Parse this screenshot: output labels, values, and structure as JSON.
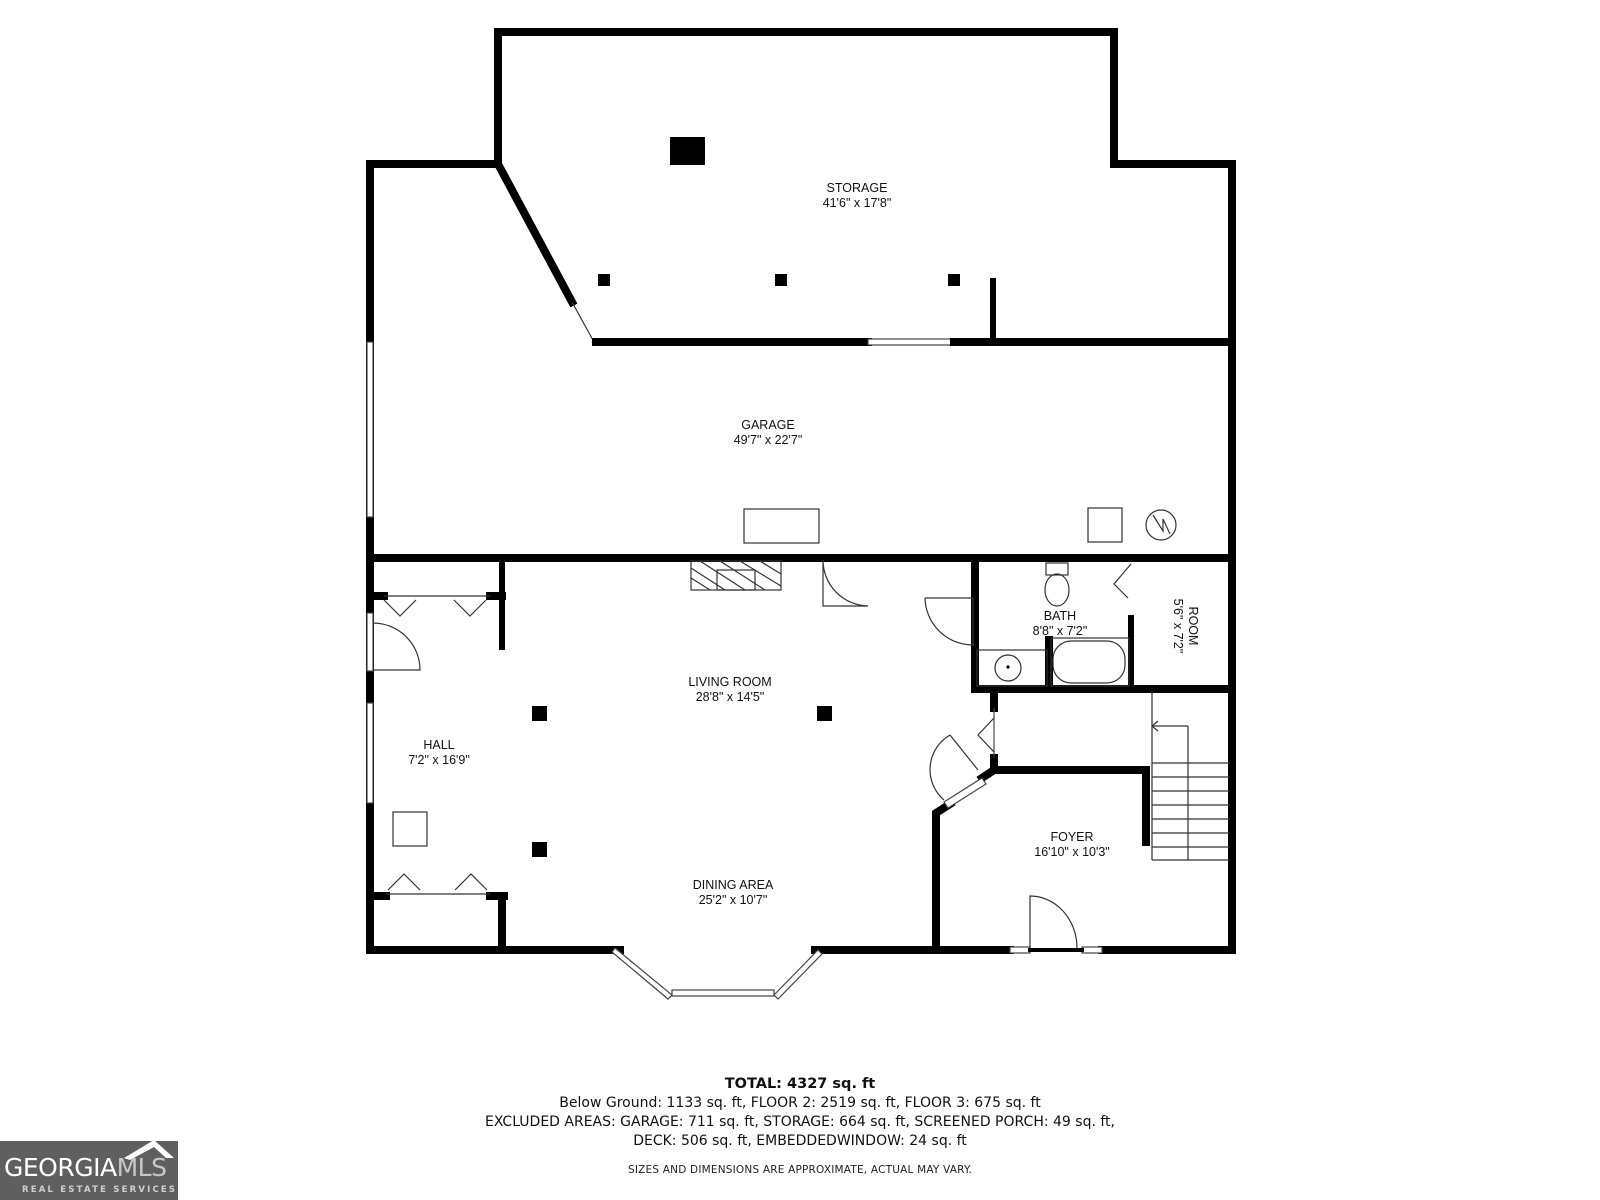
{
  "rooms": {
    "storage": {
      "name": "STORAGE",
      "dims": "41'6\" x 17'8\""
    },
    "garage": {
      "name": "GARAGE",
      "dims": "49'7\" x 22'7\""
    },
    "living": {
      "name": "LIVING ROOM",
      "dims": "28'8\" x 14'5\""
    },
    "dining": {
      "name": "DINING AREA",
      "dims": "25'2\" x 10'7\""
    },
    "hall": {
      "name": "HALL",
      "dims": "7'2\" x 16'9\""
    },
    "bath": {
      "name": "BATH",
      "dims": "8'8\" x 7'2\""
    },
    "room": {
      "name": "ROOM",
      "dims": "5'6\" x 7'2\""
    },
    "foyer": {
      "name": "FOYER",
      "dims": "16'10\" x 10'3\""
    }
  },
  "summary": {
    "total": "TOTAL: 4327 sq. ft",
    "line1": "Below Ground: 1133 sq. ft, FLOOR 2: 2519 sq. ft, FLOOR 3: 675 sq. ft",
    "line2": "EXCLUDED AREAS: GARAGE: 711 sq. ft, STORAGE: 664 sq. ft, SCREENED PORCH: 49 sq. ft,",
    "line3": "DECK: 506 sq. ft, EMBEDDEDWINDOW: 24 sq. ft"
  },
  "disclaimer": "SIZES AND DIMENSIONS ARE APPROXIMATE, ACTUAL MAY VARY.",
  "logo": {
    "brand_main": "GEORGIA",
    "brand_accent": "MLS",
    "tagline": "REAL ESTATE SERVICES",
    "bg_color": "#5f5f5f"
  },
  "icons": {
    "water-heater": "circle-with-bolt",
    "fireplace": "hatched-rectangle",
    "stairs": "stair-treads-with-arrow"
  }
}
